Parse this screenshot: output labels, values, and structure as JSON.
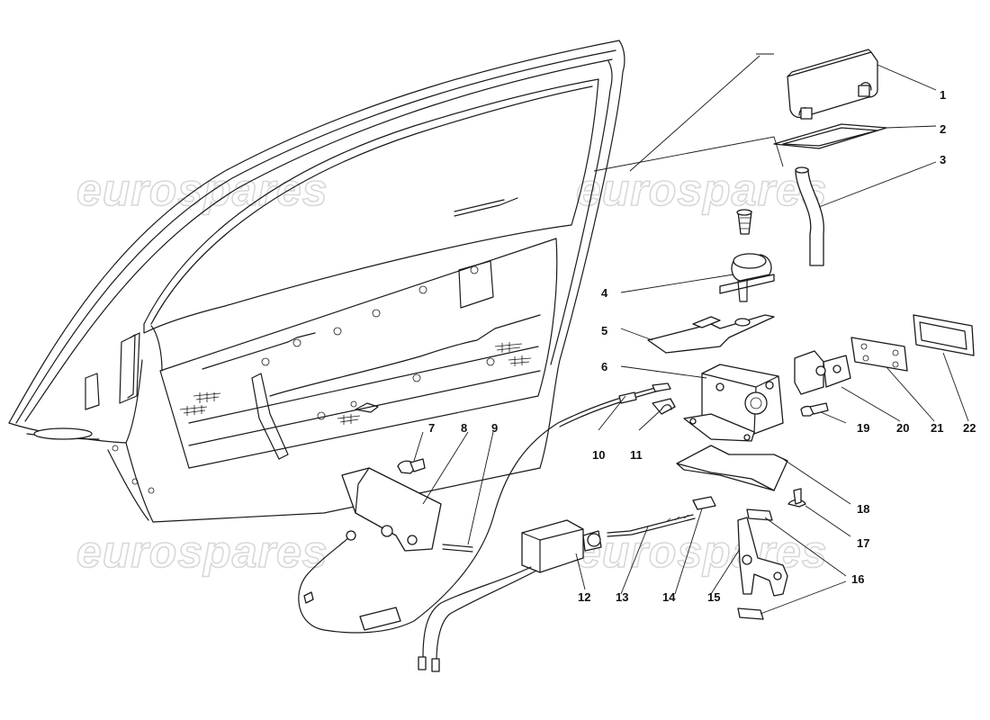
{
  "watermark_text": "eurospares",
  "callouts": [
    {
      "id": "1",
      "label": "1"
    },
    {
      "id": "2",
      "label": "2"
    },
    {
      "id": "3",
      "label": "3"
    },
    {
      "id": "4",
      "label": "4"
    },
    {
      "id": "5",
      "label": "5"
    },
    {
      "id": "6",
      "label": "6"
    },
    {
      "id": "7",
      "label": "7"
    },
    {
      "id": "8",
      "label": "8"
    },
    {
      "id": "9",
      "label": "9"
    },
    {
      "id": "10",
      "label": "10"
    },
    {
      "id": "11",
      "label": "11"
    },
    {
      "id": "12",
      "label": "12"
    },
    {
      "id": "13",
      "label": "13"
    },
    {
      "id": "14",
      "label": "14"
    },
    {
      "id": "15",
      "label": "15"
    },
    {
      "id": "16",
      "label": "16"
    },
    {
      "id": "17",
      "label": "17"
    },
    {
      "id": "18",
      "label": "18"
    },
    {
      "id": "19",
      "label": "19"
    },
    {
      "id": "20",
      "label": "20"
    },
    {
      "id": "21",
      "label": "21"
    },
    {
      "id": "22",
      "label": "22"
    }
  ]
}
